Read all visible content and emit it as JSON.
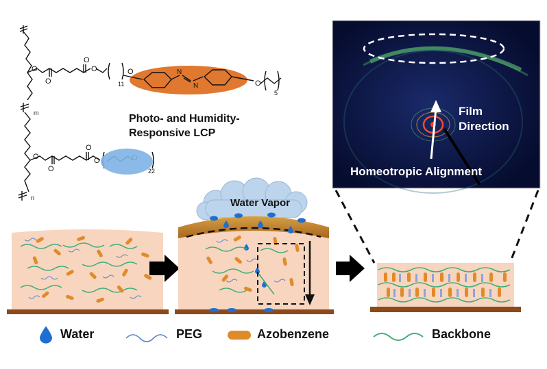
{
  "chemistry": {
    "title_line1": "Photo- and Humidity-",
    "title_line2": "Responsive LCP",
    "subscripts": {
      "m": "m",
      "n": "n",
      "c11": "11",
      "c5": "5",
      "c22": "22"
    }
  },
  "saxs_panel": {
    "film_direction_line1": "Film",
    "film_direction_line2": "Direction",
    "alignment_label": "Homeotropic Alignment"
  },
  "process": {
    "vapor_label": "Water Vapor"
  },
  "legend": {
    "water": "Water",
    "peg": "PEG",
    "azobenzene": "Azobenzene",
    "backbone": "Backbone"
  },
  "colors": {
    "film_fill": "#f7d5bf",
    "substrate": "#8a4a1c",
    "azobenzene": "#e08b2a",
    "peg": "#5e86cf",
    "backbone": "#3fae79",
    "water": "#1f6fd1",
    "azobenzene_highlight": "#e0782f",
    "peg_highlight": "#7fb3e6",
    "saxs_bg": "#0b1440"
  }
}
